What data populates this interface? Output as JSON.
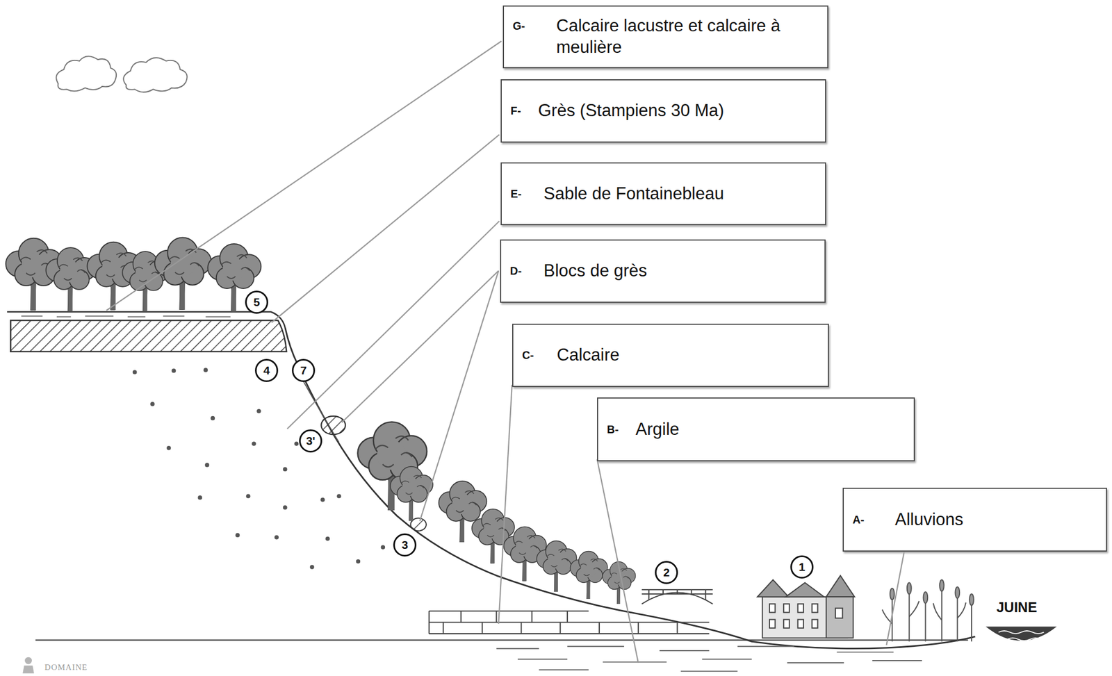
{
  "diagram": {
    "nodes": [
      {
        "text": [
          "G-",
          "Calcaire lacustre et calcaire à meulière"
        ]
      },
      {
        "text": [
          "F-",
          "Grès (Stampiens 30 Ma)"
        ]
      },
      {
        "text": [
          "E-",
          "Sable de Fontainebleau"
        ]
      },
      {
        "text": [
          "D-",
          "Blocs de grès"
        ]
      },
      {
        "text": [
          "C-",
          "Calcaire"
        ]
      },
      {
        "text": [
          "B-",
          "Argile"
        ]
      },
      {
        "text": [
          "A-",
          "Alluvions"
        ]
      }
    ],
    "labels": [
      "5",
      "4",
      "7",
      "3'",
      "3",
      "2",
      "1",
      "JUINE",
      "DOMAINE"
    ]
  }
}
